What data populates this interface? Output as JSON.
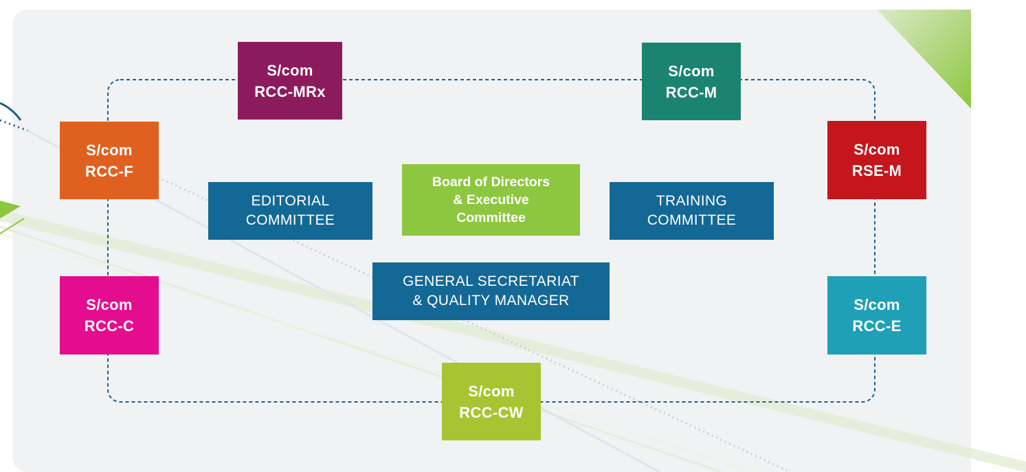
{
  "subcommittees": {
    "rccmrx": {
      "line1": "S/com",
      "line2": "RCC-MRx",
      "color": "#8c1b5d"
    },
    "rccm": {
      "line1": "S/com",
      "line2": "RCC-M",
      "color": "#1b8470"
    },
    "rccf": {
      "line1": "S/com",
      "line2": "RCC-F",
      "color": "#e0611f"
    },
    "rsem": {
      "line1": "S/com",
      "line2": "RSE-M",
      "color": "#c4161c"
    },
    "rccc": {
      "line1": "S/com",
      "line2": "RCC-C",
      "color": "#e40d8f"
    },
    "rcce": {
      "line1": "S/com",
      "line2": "RCC-E",
      "color": "#1fa0b7"
    },
    "rcccw": {
      "line1": "S/com",
      "line2": "RCC-CW",
      "color": "#a9c432"
    }
  },
  "committees": {
    "editorial": {
      "line1": "EDITORIAL",
      "line2": "COMMITTEE",
      "color": "#136896"
    },
    "training": {
      "line1": "TRAINING",
      "line2": "COMMITTEE",
      "color": "#136896"
    },
    "board": {
      "line1": "Board of Directors",
      "line2": "& Executive",
      "line3": "Committee",
      "color": "#8dc63f"
    },
    "secretariat": {
      "line1": "GENERAL SECRETARIAT",
      "line2": "& QUALITY MANAGER",
      "color": "#136896"
    }
  },
  "decoration": {
    "frame_color": "#1d5f86",
    "accent_green": "#8dc63f"
  }
}
